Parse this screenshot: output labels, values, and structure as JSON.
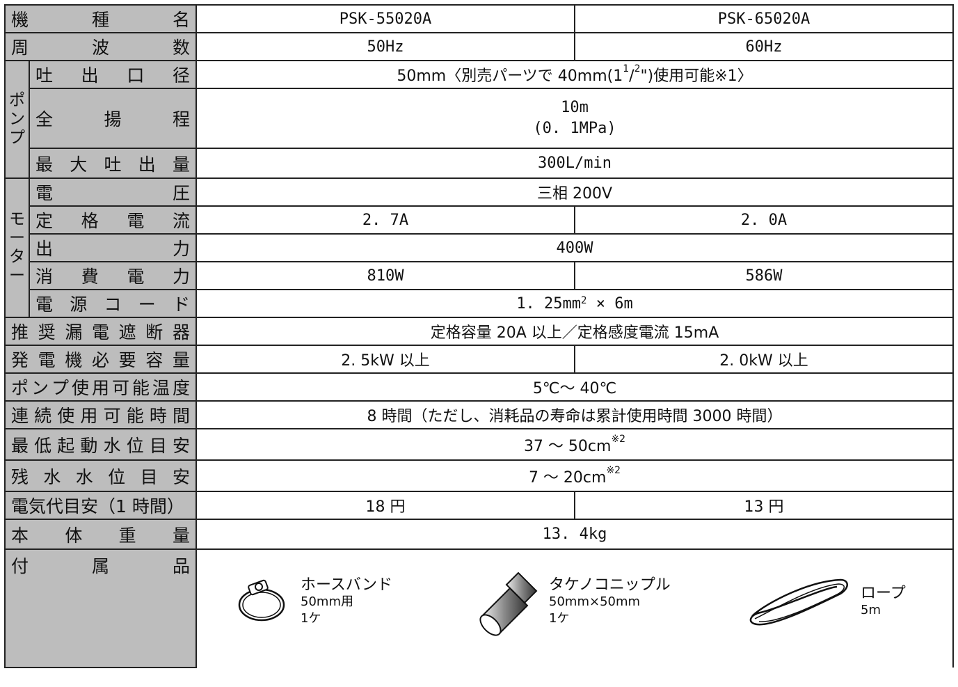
{
  "labels": {
    "model": "機種名",
    "frequency": "周波数",
    "pump_group": "ポンプ",
    "discharge_diameter": "吐出口径",
    "total_head": "全揚程",
    "max_discharge": "最大吐出量",
    "motor_group": "モーター",
    "voltage": "電圧",
    "rated_current": "定格電流",
    "output": "出力",
    "power_consumption": "消費電力",
    "power_cord": "電源コード",
    "breaker": "推奨漏電遮断器",
    "generator": "発電機必要容量",
    "temperature": "ポンプ使用可能温度",
    "continuous": "連続使用可能時間",
    "min_start_level": "最低起動水位目安",
    "residual_level": "残水水位目安",
    "electricity_cost": "電気代目安（1 時間）",
    "weight": "本体重量",
    "accessories": "付属品"
  },
  "values": {
    "model_a": "PSK-55020A",
    "model_b": "PSK-65020A",
    "freq_a": "50Hz",
    "freq_b": "60Hz",
    "discharge_pre": "50mm〈別売パーツで 40mm(1",
    "discharge_sup": "1",
    "discharge_mid": "/",
    "discharge_sub": "2",
    "discharge_post": "\")使用可能※1〉",
    "head_line1": "10m",
    "head_line2": "(0. 1MPa)",
    "max_discharge": "300L/min",
    "voltage": "三相 200V",
    "current_a": "2. 7A",
    "current_b": "2. 0A",
    "output": "400W",
    "consumption_a": "810W",
    "consumption_b": "586W",
    "cord_pre": "1. 25mm",
    "cord_sup": "2",
    "cord_post": " × 6m",
    "breaker": "定格容量 20A 以上／定格感度電流 15mA",
    "generator_a": "2. 5kW 以上",
    "generator_b": "2. 0kW 以上",
    "temperature": "5℃～ 40℃",
    "continuous": "8 時間（ただし、消耗品の寿命は累計使用時間 3000 時間）",
    "min_start_level_pre": "37 ～ 50cm",
    "min_start_level_note": "※2",
    "residual_level_pre": "7 ～ 20cm",
    "residual_level_note": "※2",
    "cost_a": "18 円",
    "cost_b": "13 円",
    "weight": "13. 4kg"
  },
  "accessories": [
    {
      "name": "ホースバンド",
      "spec": "50mm用",
      "qty": "1ケ",
      "icon": "hose-band-icon"
    },
    {
      "name": "タケノコニップル",
      "spec": "50mm×50mm",
      "qty": "1ケ",
      "icon": "hose-nipple-icon"
    },
    {
      "name": "ロープ",
      "spec": "5m",
      "icon": "rope-icon"
    }
  ],
  "colors": {
    "label_bg": "#bdbdbd",
    "border": "#222222"
  }
}
